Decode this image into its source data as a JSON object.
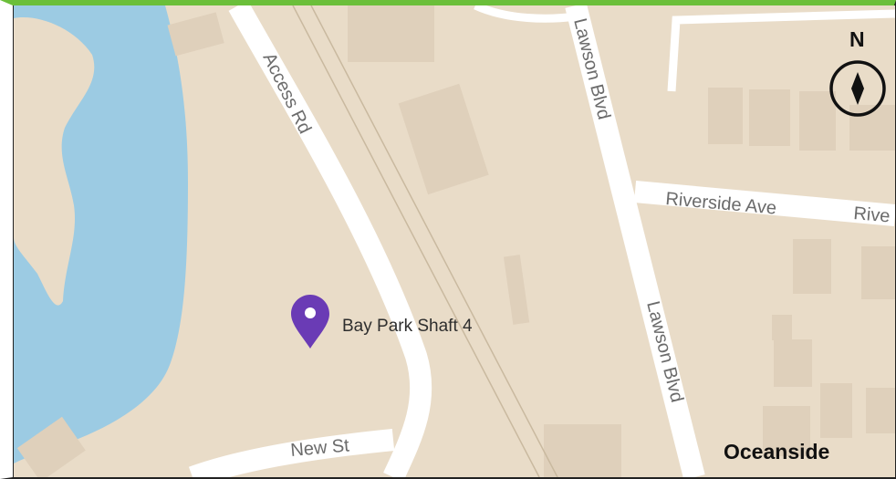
{
  "map": {
    "colors": {
      "land": "#e9dcc8",
      "water": "#9ccbe3",
      "road": "#ffffff",
      "building": "#dfd0bb",
      "frame_accent": "#6bbf3a",
      "pin": "#6a3bb5"
    },
    "roads": {
      "access_rd": "Access Rd",
      "lawson_blvd_upper": "Lawson Blvd",
      "lawson_blvd_lower": "Lawson Blvd",
      "riverside_ave": "Riverside Ave",
      "riverside_ave_cut": "Rive",
      "new_st": "New St"
    },
    "marker": {
      "label": "Bay Park Shaft 4",
      "icon": "map-pin-icon"
    },
    "area_label": "Oceanside",
    "compass": {
      "label": "N",
      "icon": "compass-north-icon"
    }
  }
}
